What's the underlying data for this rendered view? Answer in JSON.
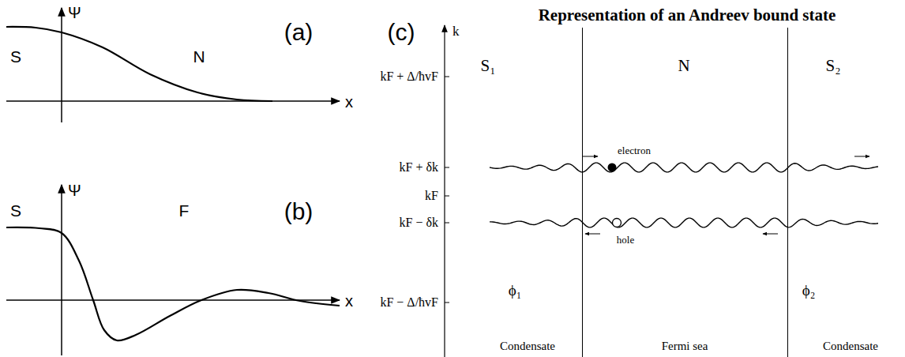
{
  "diagram": {
    "title": "Representation of an Andreev bound state",
    "nodes": [
      {
        "text": [
          "ϕ₁",
          "Condensate"
        ]
      },
      {
        "text": [
          "Fermi sea"
        ]
      },
      {
        "text": [
          "ϕ₂",
          "Condensate"
        ]
      }
    ],
    "labels": [
      "(a)",
      "Ψ",
      "S",
      "N",
      "x",
      "(b)",
      "Ψ",
      "S",
      "F",
      "x",
      "(c)",
      "k",
      "kF + Δ/ħvF",
      "kF + δk",
      "kF",
      "kF − δk",
      "kF − Δ/ħvF",
      "S₁",
      "N",
      "S₂",
      "electron",
      "hole"
    ]
  }
}
